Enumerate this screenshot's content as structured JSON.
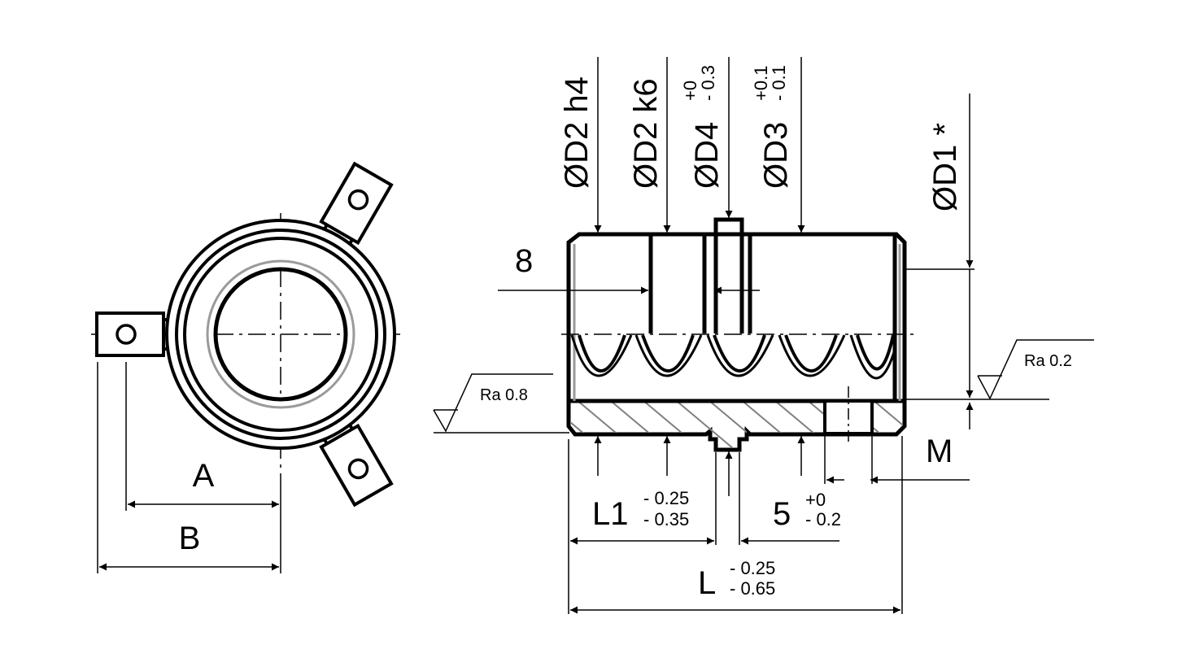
{
  "front_view": {
    "dim_a": "A",
    "dim_b": "B"
  },
  "side_view": {
    "d2_h4": "ØD2 h4",
    "d2_k6": "ØD2 k6",
    "d4": "ØD4",
    "d4_tol_upper": "+0",
    "d4_tol_lower": "- 0.3",
    "d3": "ØD3",
    "d3_tol_upper": "+0.1",
    "d3_tol_lower": "- 0.1",
    "d1": "ØD1 *",
    "dim_8": "8",
    "ra_left": "Ra 0.8",
    "ra_right": "Ra 0.2",
    "dim_m": "M",
    "l1": "L1",
    "l1_tol_upper": "- 0.25",
    "l1_tol_lower": "- 0.35",
    "dim_5": "5",
    "dim_5_tol_upper": "+0",
    "dim_5_tol_lower": "- 0.2",
    "l": "L",
    "l_tol_upper": "- 0.25",
    "l_tol_lower": "- 0.65"
  },
  "colors": {
    "line": "#000000",
    "hatch": "#808080",
    "bore_ring": "#9a9a9a"
  }
}
